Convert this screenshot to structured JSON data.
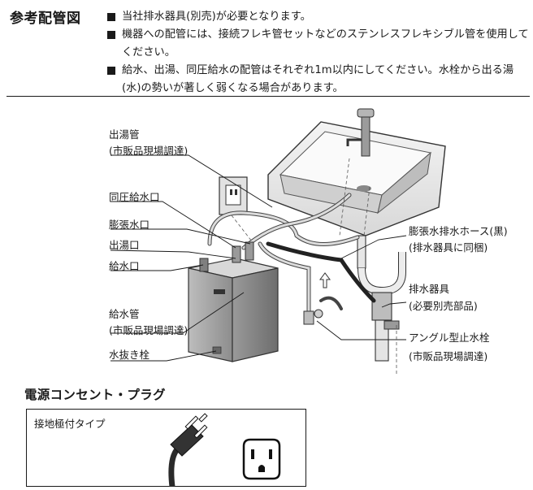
{
  "heading": "参考配管図",
  "notes": [
    "当社排水器具(別売)が必要となります。",
    "機器への配管には、接続フレキ管セットなどのステンレスフレキシブル管を使用してください。",
    "給水、出湯、同圧給水の配管はそれぞれ1m以内にしてください。水栓から出る湯(水)の勢いが著しく弱くなる場合があります。"
  ],
  "diagram_labels": {
    "hot_water_pipe": "出湯管",
    "hot_water_pipe_note": "(市販品現場調達)",
    "same_pressure_inlet": "同圧給水口",
    "expansion_outlet": "膨張水口",
    "hot_water_outlet": "出湯口",
    "water_inlet": "給水口",
    "water_supply_pipe": "給水管",
    "water_supply_pipe_note": "(市販品現場調達)",
    "drain_plug": "水抜き栓",
    "expansion_hose": "膨張水排水ホース(黒)",
    "expansion_hose_note": "(排水器具に同梱)",
    "drain_fitting": "排水器具",
    "drain_fitting_note": "(必要別売部品)",
    "angle_valve": "アングル型止水栓",
    "angle_valve_note": "(市販品現場調達)"
  },
  "power": {
    "title": "電源コンセント・プラグ",
    "type_label": "接地極付タイプ"
  }
}
